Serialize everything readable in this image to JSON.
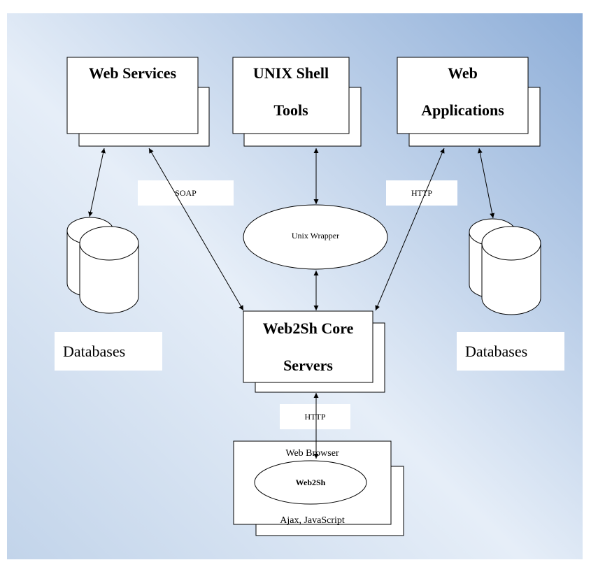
{
  "diagram": {
    "nodes": {
      "web_services": {
        "title": "Web Services"
      },
      "unix_shell_tools": {
        "line1": "UNIX Shell",
        "line2": "Tools"
      },
      "web_applications": {
        "line1": "Web",
        "line2": "Applications"
      },
      "unix_wrapper": {
        "label": "Unix Wrapper"
      },
      "core_servers": {
        "line1": "Web2Sh Core",
        "line2": "Servers"
      },
      "web_browser": {
        "label": "Web Browser",
        "inner": "Web2Sh",
        "footer": "Ajax, JavaScript"
      },
      "databases_left": {
        "label": "Databases"
      },
      "databases_right": {
        "label": "Databases"
      }
    },
    "edge_labels": {
      "soap": "SOAP",
      "http_left": "HTTP",
      "http_bottom": "HTTP"
    }
  },
  "colors": {
    "background_start": "#e8eff8",
    "background_end": "#94b2da",
    "border": "#000000",
    "box_fill": "#ffffff"
  }
}
